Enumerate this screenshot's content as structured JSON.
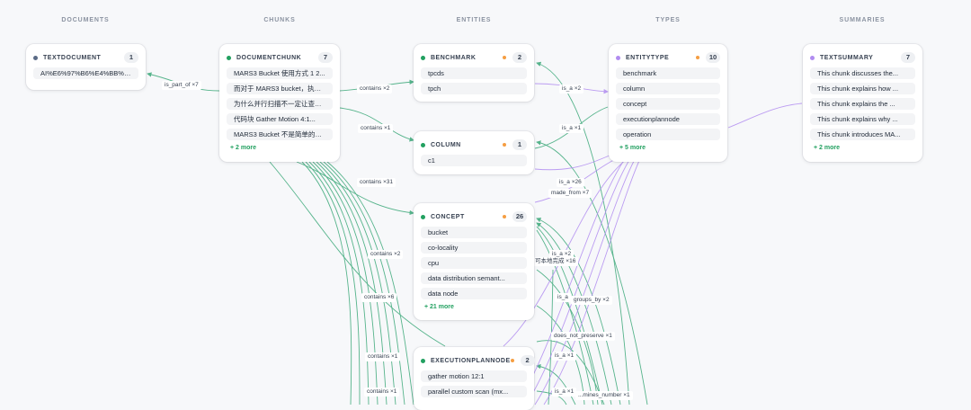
{
  "columns": {
    "documents": "DOCUMENTS",
    "chunks": "CHUNKS",
    "entities": "ENTITIES",
    "types": "TYPES",
    "summaries": "SUMMARIES"
  },
  "colors": {
    "document": "#5b6b86",
    "chunk": "#22a060",
    "entity": "#22a060",
    "type": "#b18cf0",
    "summary": "#b18cf0",
    "badge": "#f59e42"
  },
  "nodes": {
    "textdocument": {
      "title": "TEXTDOCUMENT",
      "count": "1",
      "items": [
        "AI%E6%97%B6%E4%BB%A3%EF%..."
      ]
    },
    "documentchunk": {
      "title": "DOCUMENTCHUNK",
      "count": "7",
      "items": [
        "MARS3 Bucket 使用方式 1 2...",
        "而对于 MARS3 bucket，执行计划则...",
        "为什么并行扫描不一定让查询更快  达到问题本...",
        "代码块  Gather Motion 4:1...",
        "MARS3 Bucket 不是简单的分桶功能，也..."
      ],
      "more": "+ 2 more"
    },
    "benchmark": {
      "title": "BENCHMARK",
      "count": "2",
      "items": [
        "tpcds",
        "tpch"
      ]
    },
    "column": {
      "title": "COLUMN",
      "count": "1",
      "items": [
        "c1"
      ]
    },
    "concept": {
      "title": "CONCEPT",
      "count": "26",
      "items": [
        "bucket",
        "co-locality",
        "cpu",
        "data distribution semant...",
        "data node"
      ],
      "more": "+ 21 more"
    },
    "executionplannode": {
      "title": "EXECUTIONPLANNODE",
      "count": "2",
      "items": [
        "gather motion 12:1",
        "parallel custom scan (mx..."
      ]
    },
    "entitytype": {
      "title": "ENTITYTYPE",
      "count": "10",
      "items": [
        "benchmark",
        "column",
        "concept",
        "executionplannode",
        "operation"
      ],
      "more": "+ 5 more"
    },
    "textsummary": {
      "title": "TEXTSUMMARY",
      "count": "7",
      "items": [
        "This chunk discusses the...",
        "This chunk explains how ...",
        "This chunk explains the ...",
        "This chunk explains why ...",
        "This chunk introduces MA..."
      ],
      "more": "+ 2 more"
    }
  },
  "edge_labels": {
    "is_part_of": "is_part_of ×7",
    "contains_benchmark": "contains ×2",
    "contains_column": "contains ×1",
    "contains_concept": "contains ×31",
    "contains_2": "contains ×2",
    "contains_6": "contains ×6",
    "contains_1a": "contains ×1",
    "contains_1b": "contains ×1",
    "isa_benchmark": "is_a ×2",
    "isa_column": "is_a ×1",
    "isa_concept": "is_a ×26",
    "made_from": "made_from ×7",
    "isa_2": "is_a ×2",
    "local_complete": "可本地完成 ×16",
    "isa_short": "is_a",
    "groups_by": "groups_by ×2",
    "does_not_preserve": "does_not_preserve ×1",
    "isa_1a": "is_a ×1",
    "isa_1b": "is_a ×1",
    "determines_number": "...mines_number ×1"
  }
}
